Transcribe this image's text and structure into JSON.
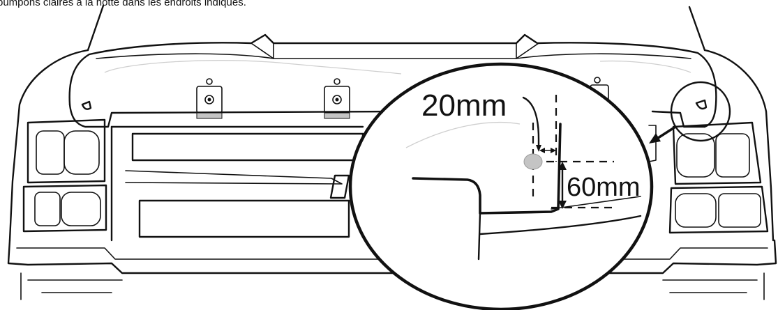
{
  "caption": "bumpons claires à la hotte dans les endroits indiqués.",
  "callout": {
    "dimension_horizontal": "20mm",
    "dimension_vertical": "60mm"
  },
  "colors": {
    "line": "#111111",
    "bumper_marker": "#c4c4c4",
    "background": "#ffffff"
  }
}
